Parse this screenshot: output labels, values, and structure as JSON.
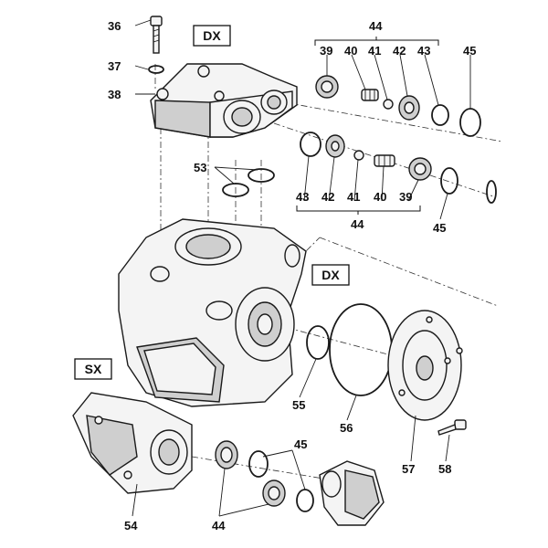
{
  "diagram": {
    "side_labels": {
      "dx_top": "DX",
      "dx_main": "DX",
      "sx": "SX"
    },
    "callouts": {
      "c36": "36",
      "c37": "37",
      "c38": "38",
      "c44_top": "44",
      "c39_top": "39",
      "c40_top": "40",
      "c41_top": "41",
      "c42_top": "42",
      "c43_top": "43",
      "c45_top": "45",
      "c53": "53",
      "c43_mid": "43",
      "c42_mid": "42",
      "c41_mid": "41",
      "c40_mid": "40",
      "c39_mid": "39",
      "c44_mid": "44",
      "c45_mid": "45",
      "c55": "55",
      "c56": "56",
      "c57": "57",
      "c58": "58",
      "c54": "54",
      "c44_bot": "44",
      "c45_bot": "45"
    }
  }
}
